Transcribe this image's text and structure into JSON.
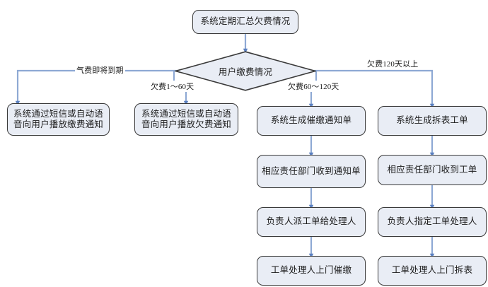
{
  "diagram": {
    "title_node": {
      "id": "start",
      "text": "系统定期汇总欠费情况"
    },
    "decision": {
      "id": "decision-payment-status",
      "text": "用户缴费情况"
    },
    "edge_labels": [
      {
        "id": "branch-due-soon",
        "text": "气费即将到期"
      },
      {
        "id": "branch-1-60",
        "text": "欠费1～60天"
      },
      {
        "id": "branch-60-120",
        "text": "欠费60～120天"
      },
      {
        "id": "branch-over-120",
        "text": "欠费120天以上"
      }
    ],
    "columns": [
      {
        "id": "column-due-soon",
        "nodes": [
          {
            "id": "notify-payment-sms",
            "text": "系统通过短信或自动语音向用户播放缴费通知"
          }
        ]
      },
      {
        "id": "column-1-60",
        "nodes": [
          {
            "id": "notify-arrears-sms",
            "text": "系统通过短信或自动语音向用户播放欠费通知"
          }
        ]
      },
      {
        "id": "column-60-120",
        "nodes": [
          {
            "id": "generate-dunning-notice",
            "text": "系统生成催缴通知单"
          },
          {
            "id": "dept-receive-notice",
            "text": "相应责任部门收到通知单"
          },
          {
            "id": "leader-assign-order",
            "text": "负责人派工单给处理人"
          },
          {
            "id": "handler-visit-dunning",
            "text": "工单处理人上门催缴"
          }
        ]
      },
      {
        "id": "column-over-120",
        "nodes": [
          {
            "id": "generate-removal-order",
            "text": "系统生成拆表工单"
          },
          {
            "id": "dept-receive-order",
            "text": "相应责任部门收到工单"
          },
          {
            "id": "leader-designate-handler",
            "text": "负责人指定工单处理人"
          },
          {
            "id": "handler-visit-removal",
            "text": "工单处理人上门拆表"
          }
        ]
      }
    ],
    "colors": {
      "node_fill": "#e9edf5",
      "node_stroke": "#3a3a3a",
      "connector": "#8ea9d4",
      "arrow": "#5b80c0",
      "text": "#1b1b1b",
      "background": "#ffffff"
    }
  }
}
